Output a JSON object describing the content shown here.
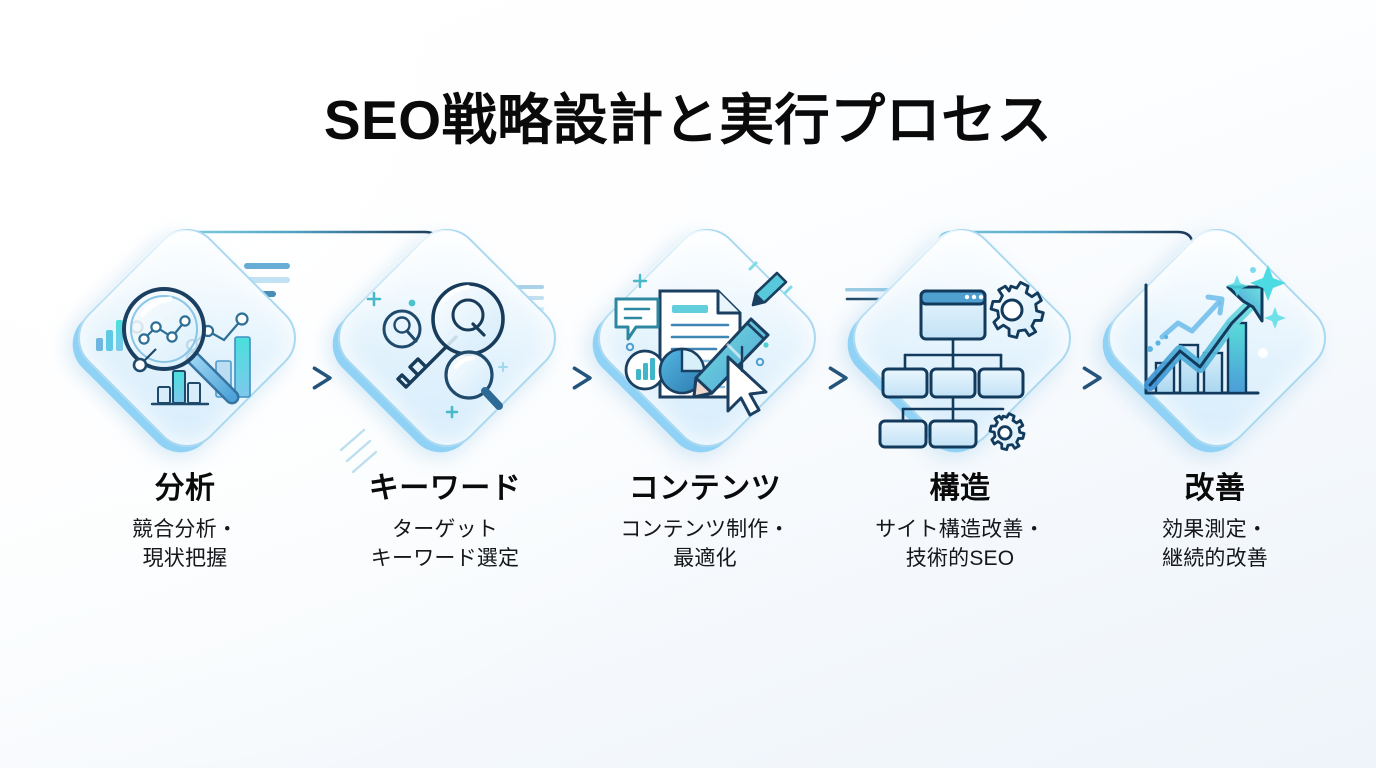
{
  "page": {
    "title": "SEO戦略設計と実行プロセス",
    "background_color": "#f6fafd",
    "accent_color": "#5bbbe8",
    "accent_dark": "#1b3a5c",
    "badge_fill": "#e6f4fd",
    "badge_edge": "#8fd2f5"
  },
  "steps": [
    {
      "id": "analysis",
      "title": "分析",
      "desc_lines": [
        "競合分析・",
        "現状把握"
      ],
      "icon": "magnifier-analytics-icon"
    },
    {
      "id": "keyword",
      "title": "キーワード",
      "desc_lines": [
        "ターゲット",
        "キーワード選定"
      ],
      "icon": "key-search-icon"
    },
    {
      "id": "content",
      "title": "コンテンツ",
      "desc_lines": [
        "コンテンツ制作・",
        "最適化"
      ],
      "icon": "document-pencil-icon"
    },
    {
      "id": "structure",
      "title": "構造",
      "desc_lines": [
        "サイト構造改善・",
        "技術的SEO"
      ],
      "icon": "sitemap-gear-icon"
    },
    {
      "id": "improvement",
      "title": "改善",
      "desc_lines": [
        "効果測定・",
        "継続的改善"
      ],
      "icon": "growth-chart-icon"
    }
  ],
  "connectors": {
    "straight_arrows": 4,
    "curved_arrows": 2
  }
}
